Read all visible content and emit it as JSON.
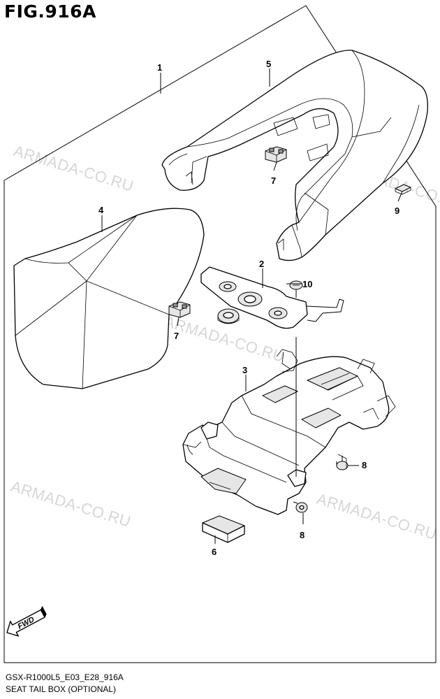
{
  "title": "FIG.916A",
  "footer": {
    "code": "GSX-R1000L5_E03_E28_916A",
    "name": "SEAT TAIL BOX (OPTIONAL)"
  },
  "watermark": "ARMADA-CO.RU",
  "fwd_label": "FWD",
  "callouts": {
    "c1": "1",
    "c2": "2",
    "c3": "3",
    "c4": "4",
    "c5": "5",
    "c6": "6",
    "c7a": "7",
    "c7b": "7",
    "c8a": "8",
    "c8b": "8",
    "c9": "9",
    "c10": "10"
  },
  "colors": {
    "line": "#000000",
    "watermark": "#d6d6d6",
    "background": "#ffffff"
  }
}
